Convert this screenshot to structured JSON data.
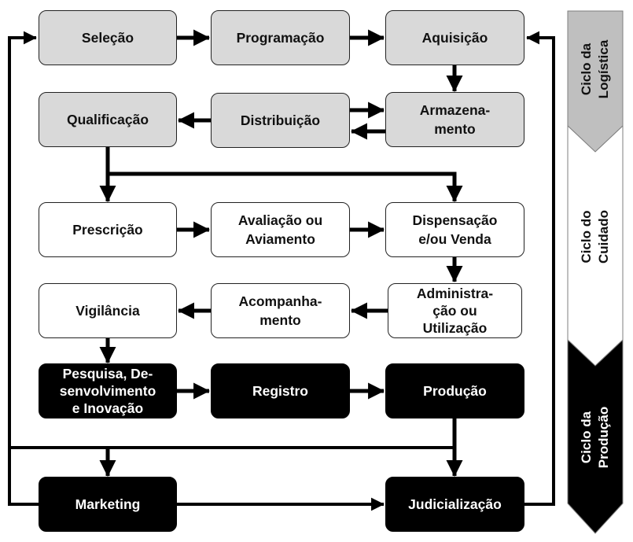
{
  "diagram": {
    "boxes": {
      "selecao": "Seleção",
      "programacao": "Programação",
      "aquisicao": "Aquisição",
      "qualificacao": "Qualificação",
      "distribuicao": "Distribuição",
      "armazenamento": "Armazena-\nmento",
      "prescricao": "Prescrição",
      "avaliacao": "Avaliação ou\nAviamento",
      "dispensacao": "Dispensação\ne/ou Venda",
      "vigilancia": "Vigilância",
      "acompanhamento": "Acompanha-\nmento",
      "administracao": "Administra-\nção ou\nUtilização",
      "pesquisa": "Pesquisa, De-\nsenvolvimento\ne Inovação",
      "registro": "Registro",
      "producao": "Produção",
      "marketing": "Marketing",
      "judicializacao": "Judicialização"
    },
    "bands": {
      "logistica": "Ciclo da\nLogística",
      "cuidado": "Ciclo do\nCuidado",
      "producao": "Ciclo da\nProdução"
    },
    "colors": {
      "logistica_fill": "#d9d9d9",
      "logistica_band": "#bfbfbf",
      "cuidado_fill": "#ffffff",
      "producao_fill": "#000000"
    }
  }
}
